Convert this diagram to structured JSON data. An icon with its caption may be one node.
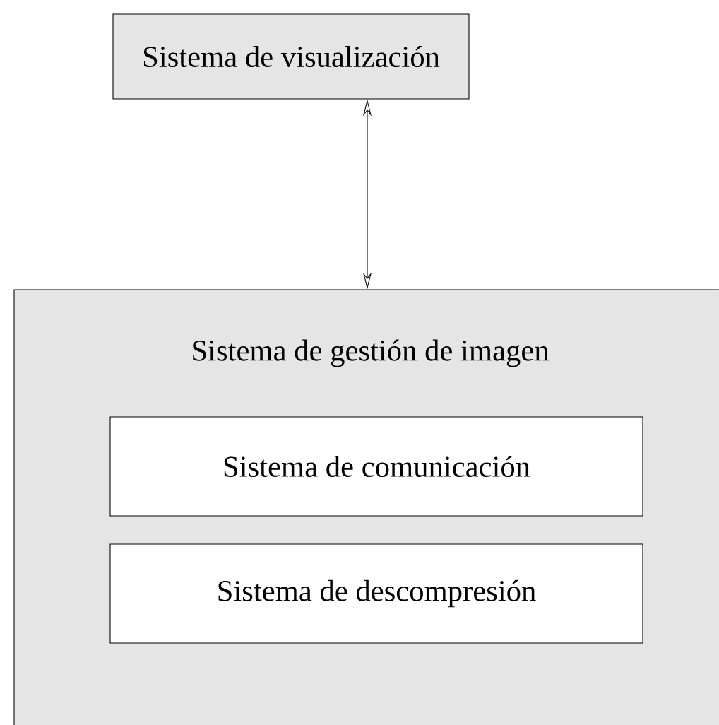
{
  "diagram": {
    "nodes": [
      {
        "text": [
          "Sistema de visualización"
        ]
      },
      {
        "text": [
          "Sistema de gestión de imagen"
        ]
      },
      {
        "text": [
          "Sistema de comunicación"
        ],
        "in": 1
      },
      {
        "text": [
          "Sistema de descompresión"
        ],
        "in": 1
      }
    ],
    "edges": [
      {
        "from": 0,
        "to": 1,
        "arrow": "both"
      }
    ]
  }
}
